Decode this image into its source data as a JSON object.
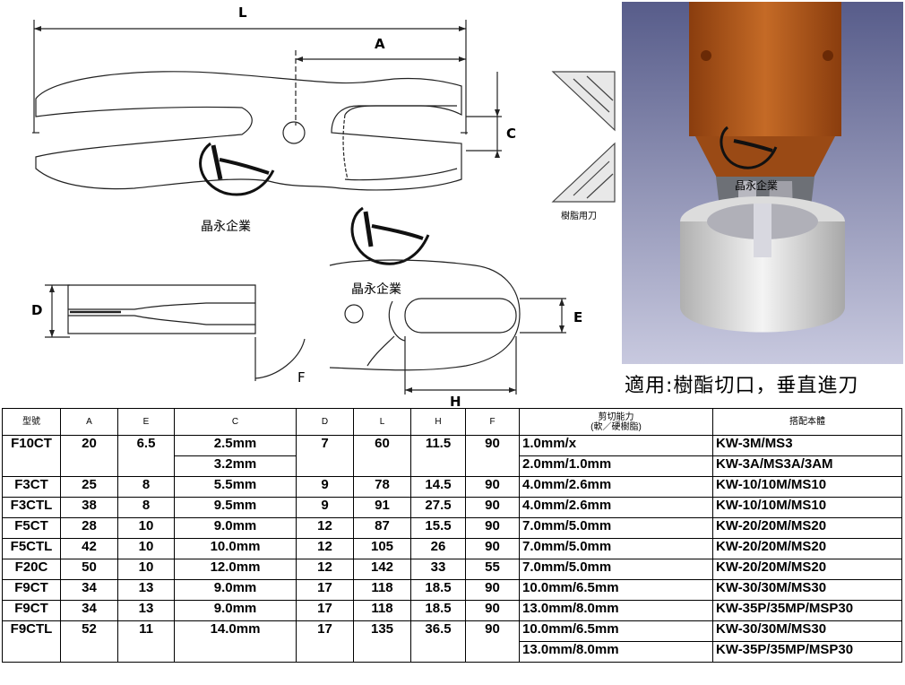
{
  "drawing": {
    "dims": {
      "L": "L",
      "A": "A",
      "C": "C",
      "D": "D",
      "E": "E",
      "F": "F",
      "H": "H"
    },
    "resin_blade_label": "樹脂用刀",
    "brand": "晶永企業"
  },
  "caption": "適用:樹酯切口，垂直進刀",
  "table": {
    "headers": [
      "型號",
      "A",
      "E",
      "C",
      "D",
      "L",
      "H",
      "F",
      "剪切能力\n(軟／硬樹脂)",
      "搭配本體"
    ],
    "rows": [
      {
        "model": "F10CT",
        "A": "20",
        "E": "6.5",
        "C": "2.5mm",
        "C2": "3.2mm",
        "D": "7",
        "L": "60",
        "H": "11.5",
        "F": "90",
        "capacity": "1.0mm/x",
        "capacity2": "2.0mm/1.0mm",
        "body": "KW-3M/MS3",
        "body2": "KW-3A/MS3A/3AM"
      },
      {
        "model": "F3CT",
        "A": "25",
        "E": "8",
        "C": "5.5mm",
        "D": "9",
        "L": "78",
        "H": "14.5",
        "F": "90",
        "capacity": "4.0mm/2.6mm",
        "body": "KW-10/10M/MS10"
      },
      {
        "model": "F3CTL",
        "A": "38",
        "E": "8",
        "C": "9.5mm",
        "D": "9",
        "L": "91",
        "H": "27.5",
        "F": "90",
        "capacity": "4.0mm/2.6mm",
        "body": "KW-10/10M/MS10"
      },
      {
        "model": "F5CT",
        "A": "28",
        "E": "10",
        "C": "9.0mm",
        "D": "12",
        "L": "87",
        "H": "15.5",
        "F": "90",
        "capacity": "7.0mm/5.0mm",
        "body": "KW-20/20M/MS20"
      },
      {
        "model": "F5CTL",
        "A": "42",
        "E": "10",
        "C": "10.0mm",
        "D": "12",
        "L": "105",
        "H": "26",
        "F": "90",
        "capacity": "7.0mm/5.0mm",
        "body": "KW-20/20M/MS20"
      },
      {
        "model": "F20C",
        "A": "50",
        "E": "10",
        "C": "12.0mm",
        "D": "12",
        "L": "142",
        "H": "33",
        "F": "55",
        "capacity": "7.0mm/5.0mm",
        "body": "KW-20/20M/MS20"
      },
      {
        "model": "F9CT",
        "A": "34",
        "E": "13",
        "C": "9.0mm",
        "D": "17",
        "L": "118",
        "H": "18.5",
        "F": "90",
        "capacity": "10.0mm/6.5mm",
        "body": "KW-30/30M/MS30"
      },
      {
        "model": "F9CT",
        "A": "34",
        "E": "13",
        "C": "9.0mm",
        "D": "17",
        "L": "118",
        "H": "18.5",
        "F": "90",
        "capacity": "13.0mm/8.0mm",
        "body": "KW-35P/35MP/MSP30"
      },
      {
        "model": "F9CTL",
        "A": "52",
        "E": "11",
        "C": "14.0mm",
        "D": "17",
        "L": "135",
        "H": "36.5",
        "F": "90",
        "capacity": "10.0mm/6.5mm",
        "capacity2": "13.0mm/8.0mm",
        "body": "KW-30/30M/MS30",
        "body2": "KW-35P/35MP/MSP30"
      }
    ]
  }
}
